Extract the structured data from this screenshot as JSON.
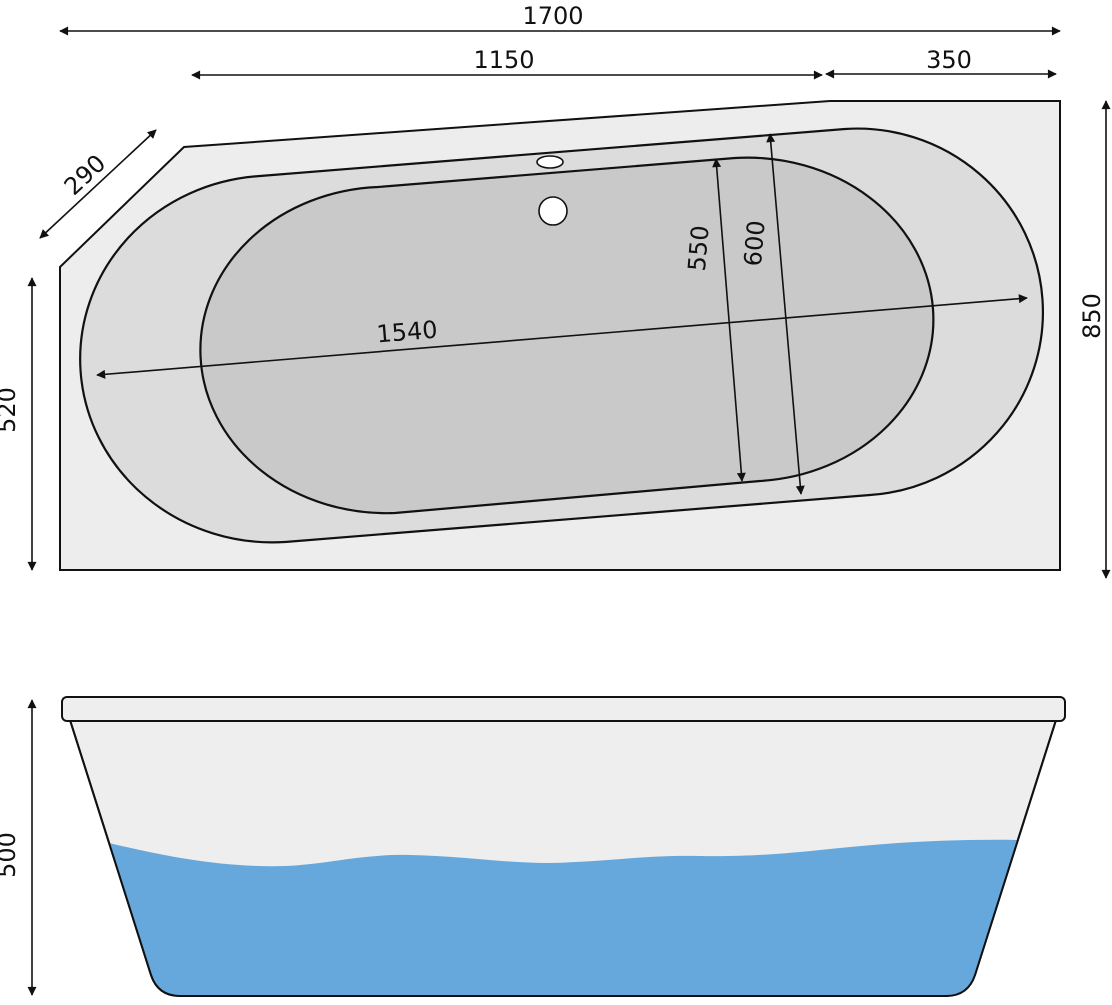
{
  "dimensions": {
    "total_length": "1700",
    "main_length": "1150",
    "end_length": "350",
    "corner_bevel": "290",
    "left_height": "520",
    "right_height": "850",
    "basin_length": "1540",
    "inner_width": "550",
    "outer_width": "600",
    "depth": "500"
  },
  "colors": {
    "outline": "#111111",
    "rim": "#ededed",
    "outer_basin": "#dcdcdc",
    "inner_basin": "#c9c9c9",
    "side_body": "#eeeeee",
    "water": "#67a8dc"
  }
}
